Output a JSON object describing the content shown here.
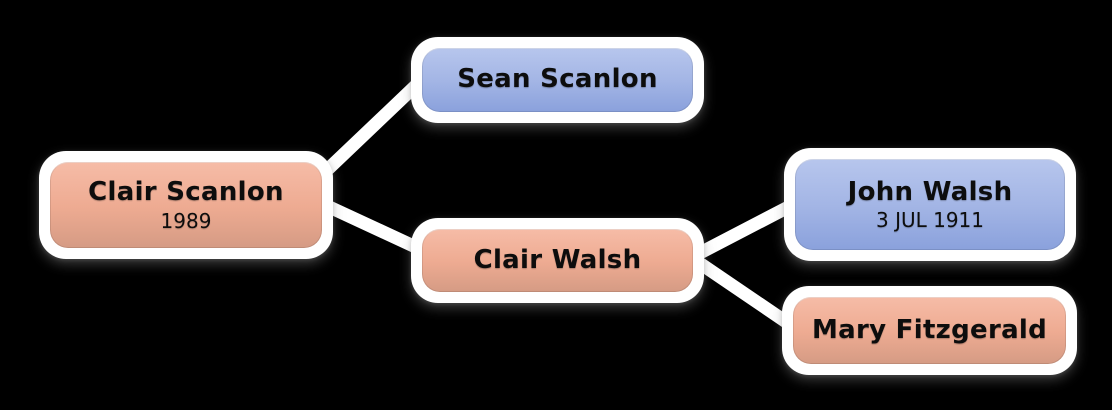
{
  "diagram": {
    "type": "family-tree",
    "background_color": "#000000",
    "connector_color": "#ffffff",
    "node_border_color": "#ffffff",
    "text_color": "#0d0d0d",
    "female_color_top": "#f6bca7",
    "female_color_bottom": "#d59b84",
    "male_color_top": "#b7c6ed",
    "male_color_bottom": "#8aa1dc",
    "nodes": [
      {
        "id": "clair-scanlon",
        "label": "Clair Scanlon",
        "sublabel": "1989",
        "color": "salmon"
      },
      {
        "id": "sean-scanlon",
        "label": "Sean Scanlon",
        "sublabel": "",
        "color": "blue"
      },
      {
        "id": "clair-walsh",
        "label": "Clair Walsh",
        "sublabel": "",
        "color": "salmon"
      },
      {
        "id": "john-walsh",
        "label": "John Walsh",
        "sublabel": "3 JUL 1911",
        "color": "blue"
      },
      {
        "id": "mary-fitzgerald",
        "label": "Mary Fitzgerald",
        "sublabel": "",
        "color": "salmon"
      }
    ],
    "edges": [
      {
        "from": "clair-scanlon",
        "to": "sean-scanlon"
      },
      {
        "from": "clair-scanlon",
        "to": "clair-walsh"
      },
      {
        "from": "clair-walsh",
        "to": "john-walsh"
      },
      {
        "from": "clair-walsh",
        "to": "mary-fitzgerald"
      }
    ]
  }
}
